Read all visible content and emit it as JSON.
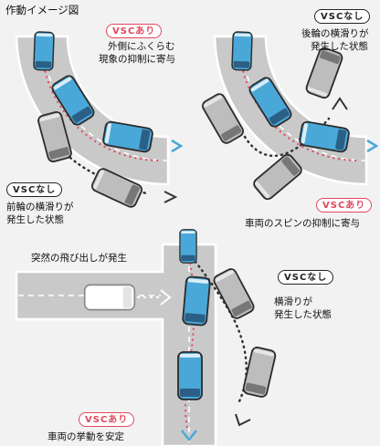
{
  "title": "作動イメージ図",
  "colors": {
    "background": "#f2f2f2",
    "road": "#c9c9c9",
    "road_edge": "#ffffff",
    "vsc_on": "#e0485c",
    "vehicle_blue": "#4aa8d8",
    "vehicle_gray": "#bdbdbd",
    "arrow_blue": "#4aa8d8"
  },
  "panels": {
    "curve_left": {
      "vsc_on": {
        "badge": "VSCあり",
        "line1": "外側にふくらむ",
        "line2": "現象の抑制に寄与"
      },
      "vsc_off": {
        "badge": "VSCなし",
        "line1": "前輪の横滑りが",
        "line2": "発生した状態"
      }
    },
    "curve_right": {
      "vsc_off": {
        "badge": "VSCなし",
        "line1": "後輪の横滑りが",
        "line2": "発生した状態"
      },
      "vsc_on": {
        "badge": "VSCあり",
        "line1": "車両のスピンの抑制に寄与"
      }
    },
    "intersection": {
      "event": "突然の飛び出しが発生",
      "vsc_off": {
        "badge": "VSCなし",
        "line1": "横滑りが",
        "line2": "発生した状態"
      },
      "vsc_on": {
        "badge": "VSCあり",
        "line1": "車両の挙動を安定"
      }
    }
  },
  "icons": [
    "vehicle-blue-icon",
    "vehicle-gray-icon",
    "vehicle-white-icon",
    "chevron-right-icon",
    "chevron-down-icon",
    "chevron-up-icon"
  ]
}
